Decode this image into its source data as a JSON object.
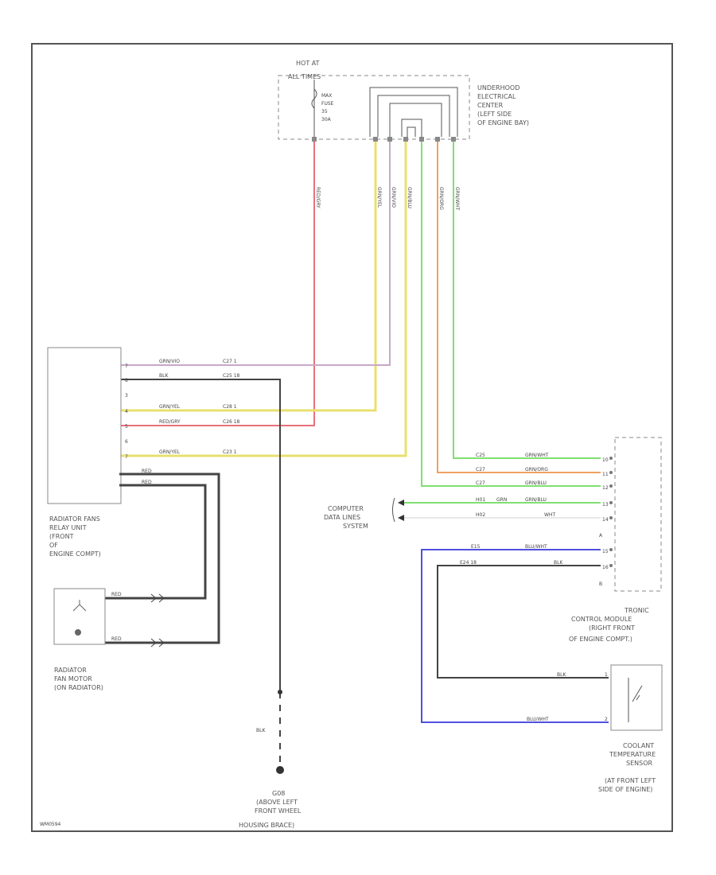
{
  "hot_at_label": "HOT AT",
  "hot_at_sub": "ALL TIMES",
  "fuse_lines": [
    "MAX",
    "FUSE",
    "35",
    "30A"
  ],
  "underhood_label": [
    "UNDERHOOD",
    "ELECTRICAL",
    "CENTER",
    "(LEFT SIDE",
    "OF ENGINE BAY)"
  ],
  "relay_unit_label": [
    "RADIATOR FANS",
    "RELAY UNIT",
    "(FRONT",
    "OF",
    "ENGINE COMPT)"
  ],
  "fan_motor_label": [
    "RADIATOR",
    "FAN MOTOR",
    "(ON RADIATOR)"
  ],
  "ground_label": [
    "G08",
    "(ABOVE LEFT",
    "FRONT WHEEL",
    "HOUSING BRACE)"
  ],
  "ground_wire": "BLK",
  "computer_label": [
    "COMPUTER",
    "DATA LINES",
    "SYSTEM"
  ],
  "tronic_label": [
    "TRONIC",
    "CONTROL MODULE",
    "(RIGHT FRONT",
    "OF ENGINE COMPT.)"
  ],
  "coolant_label": [
    "COOLANT",
    "TEMPERATURE",
    "SENSOR",
    "(AT FRONT LEFT",
    "SIDE OF ENGINE)"
  ],
  "relay_wires": [
    {
      "pin": "7",
      "color_name": "GRN/VIO",
      "conn": "C27 1"
    },
    {
      "pin": "8",
      "color_name": "BLK",
      "conn": "C25 18"
    },
    {
      "pin": "3",
      "color_name": "",
      "conn": ""
    },
    {
      "pin": "4",
      "color_name": "GRN/YEL",
      "conn": "C28 1"
    },
    {
      "pin": "5",
      "color_name": "RED/GRY",
      "conn": "C26 18"
    },
    {
      "pin": "6",
      "color_name": "",
      "conn": ""
    },
    {
      "pin": "7",
      "color_name": "GRN/YEL",
      "conn": "C23 1"
    }
  ],
  "relay_low_wires": [
    "RED",
    "RED"
  ],
  "motor_wires": [
    "RED",
    "RED"
  ],
  "tronic_wires": [
    {
      "conn": "C25",
      "color_name": "GRN/WHT",
      "pin": "10"
    },
    {
      "conn": "C27",
      "color_name": "GRN/ORG",
      "pin": "11"
    },
    {
      "conn": "C27",
      "color_name": "GRN/BLU",
      "pin": "12"
    },
    {
      "conn": "H01",
      "color_name": "GRN",
      "color_name2": "GRN/BLU",
      "pin": "13"
    },
    {
      "conn": "H02",
      "color_name": "WHT",
      "pin": "14"
    },
    {
      "conn": "",
      "color_name": "",
      "pin": "A"
    },
    {
      "conn": "E15",
      "color_name": "BLU/WHT",
      "pin": "15"
    },
    {
      "conn": "E24 18",
      "color_name": "BLK",
      "pin": "16"
    },
    {
      "conn": "",
      "color_name": "",
      "pin": "B"
    }
  ],
  "sensor_wires": [
    {
      "color_name": "BLK",
      "pin": "1"
    },
    {
      "color_name": "BLU/WHT",
      "pin": "2"
    }
  ],
  "vertical_wire_labels": [
    "RED/GRY",
    "GRN/YEL",
    "GRN/VIO",
    "GRN/BLU",
    "GRN/ORG",
    "GRN/WHT"
  ],
  "footer_code": "WM0594",
  "colors": {
    "red": "#e8707a",
    "violet": "#c8a8c8",
    "yellow": "#e8e070",
    "green": "#80e070",
    "orange": "#f0a060",
    "blue": "#5050e0",
    "black": "#444444",
    "gray": "#d0d0d0"
  }
}
